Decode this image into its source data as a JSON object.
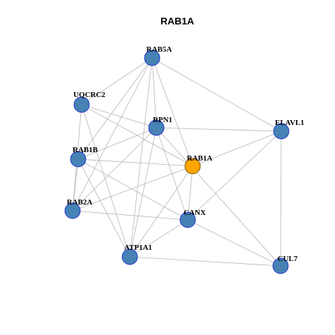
{
  "title": "RAB1A",
  "colors": {
    "default_node": "#4682B4",
    "default_border": "#1c2bd6",
    "highlight_node": "#FFA500",
    "highlight_border": "#6b4a00",
    "edge": "#b4b4b4"
  },
  "nodes": [
    {
      "id": "RAB5A",
      "label": "RAB5A",
      "highlight": false
    },
    {
      "id": "UQCRC2",
      "label": "UQCRC2",
      "highlight": false
    },
    {
      "id": "RPN1",
      "label": "RPN1",
      "highlight": false
    },
    {
      "id": "ELAVL1",
      "label": "ELAVL1",
      "highlight": false
    },
    {
      "id": "RAB1B",
      "label": "RAB1B",
      "highlight": false
    },
    {
      "id": "RAB1A",
      "label": "RAB1A",
      "highlight": true
    },
    {
      "id": "RAB2A",
      "label": "RAB2A",
      "highlight": false
    },
    {
      "id": "CANX",
      "label": "CANX",
      "highlight": false
    },
    {
      "id": "ATP1A1",
      "label": "ATP1A1",
      "highlight": false
    },
    {
      "id": "CUL7",
      "label": "CUL7",
      "highlight": false
    }
  ],
  "edges": [
    [
      "RAB5A",
      "UQCRC2"
    ],
    [
      "RAB5A",
      "RPN1"
    ],
    [
      "RAB5A",
      "ELAVL1"
    ],
    [
      "RAB5A",
      "RAB1B"
    ],
    [
      "RAB5A",
      "RAB1A"
    ],
    [
      "RAB5A",
      "RAB2A"
    ],
    [
      "RAB5A",
      "ATP1A1"
    ],
    [
      "UQCRC2",
      "RPN1"
    ],
    [
      "UQCRC2",
      "RAB1A"
    ],
    [
      "UQCRC2",
      "RAB2A"
    ],
    [
      "UQCRC2",
      "ATP1A1"
    ],
    [
      "RPN1",
      "ELAVL1"
    ],
    [
      "RPN1",
      "RAB1B"
    ],
    [
      "RPN1",
      "RAB2A"
    ],
    [
      "RPN1",
      "CANX"
    ],
    [
      "RPN1",
      "ATP1A1"
    ],
    [
      "RPN1",
      "CUL7"
    ],
    [
      "ELAVL1",
      "RAB1A"
    ],
    [
      "ELAVL1",
      "CANX"
    ],
    [
      "ELAVL1",
      "CUL7"
    ],
    [
      "RAB1B",
      "RAB1A"
    ],
    [
      "RAB1B",
      "RAB2A"
    ],
    [
      "RAB1B",
      "CANX"
    ],
    [
      "RAB1B",
      "ATP1A1"
    ],
    [
      "RAB1A",
      "RAB2A"
    ],
    [
      "RAB1A",
      "CANX"
    ],
    [
      "RAB1A",
      "ATP1A1"
    ],
    [
      "RAB2A",
      "CANX"
    ],
    [
      "CANX",
      "ATP1A1"
    ],
    [
      "CANX",
      "CUL7"
    ],
    [
      "ATP1A1",
      "CUL7"
    ]
  ]
}
